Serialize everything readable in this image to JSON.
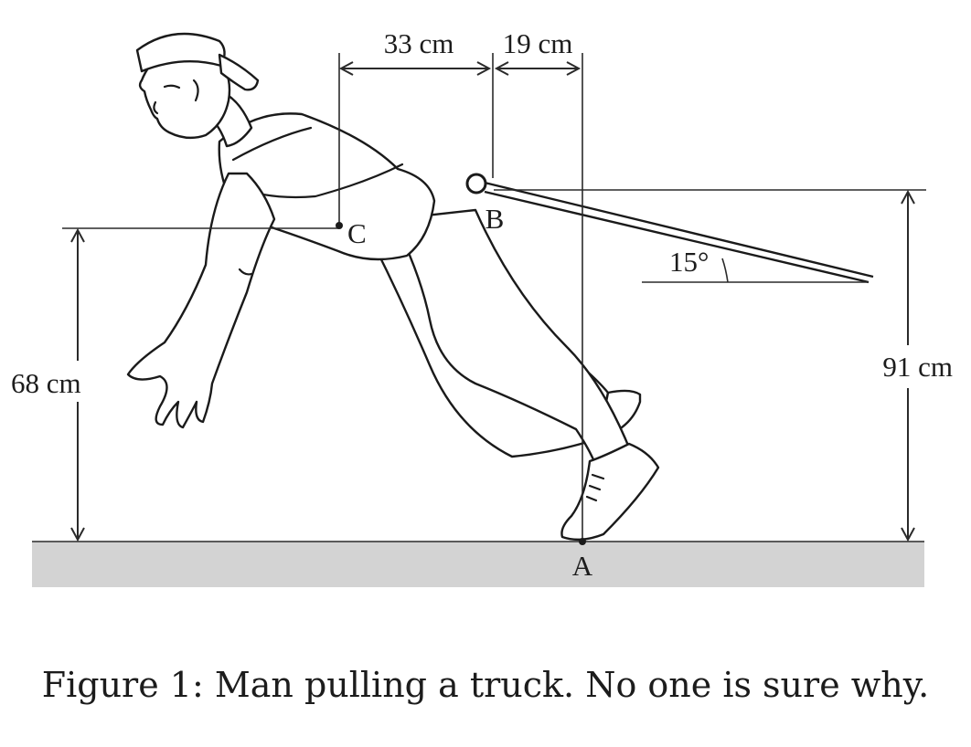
{
  "labels": {
    "horiz_dim_left": "33 cm",
    "horiz_dim_right": "19 cm",
    "vert_dim_left": "68 cm",
    "vert_dim_right": "91 cm",
    "angle": "15°",
    "point_a": "A",
    "point_b": "B",
    "point_c": "C"
  },
  "caption": "Figure 1: Man pulling a truck. No one is sure why.",
  "colors": {
    "ground": "#d3d3d3",
    "ink": "#1a1a1a"
  }
}
